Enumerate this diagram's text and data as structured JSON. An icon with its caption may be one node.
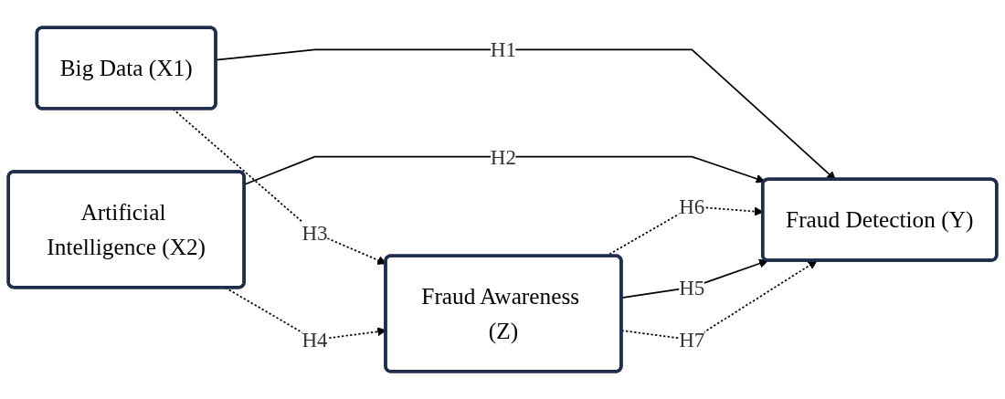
{
  "diagram": {
    "nodes": [
      {
        "text": [
          "Big Data (X1)"
        ]
      },
      {
        "text": [
          "Artificial Intelligence (X2)"
        ]
      },
      {
        "text": [
          "Fraud Awareness (Z)"
        ]
      },
      {
        "text": [
          "Fraud Detection (Y)"
        ]
      }
    ],
    "edges": [
      {
        "from": 0,
        "to": 3,
        "arrow": "to",
        "label": "H1"
      },
      {
        "from": 1,
        "to": 3,
        "arrow": "to",
        "label": "H2"
      },
      {
        "from": 0,
        "to": 2,
        "arrow": "to",
        "label": "H3",
        "style": "dashed"
      },
      {
        "from": 1,
        "to": 2,
        "arrow": "to",
        "label": "H4",
        "style": "dashed"
      },
      {
        "from": 2,
        "to": 3,
        "arrow": "to",
        "label": "H6",
        "style": "dashed"
      },
      {
        "from": 2,
        "to": 3,
        "arrow": "to",
        "label": "H5"
      },
      {
        "from": 2,
        "to": 3,
        "arrow": "to",
        "label": "H7",
        "style": "dashed"
      }
    ]
  }
}
